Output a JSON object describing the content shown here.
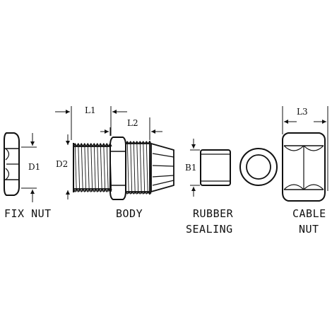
{
  "colors": {
    "ink": "#111111",
    "paper": "#ffffff"
  },
  "dimensions": {
    "d1": "D1",
    "d2": "D2",
    "b1": "B1",
    "l1": "L1",
    "l2": "L2",
    "l3": "L3"
  },
  "parts": {
    "fix_nut": "FIX NUT",
    "body": "BODY",
    "rubber_line1": "RUBBER",
    "rubber_line2": "SEALING",
    "cable_line1": "CABLE",
    "cable_line2": "NUT"
  }
}
